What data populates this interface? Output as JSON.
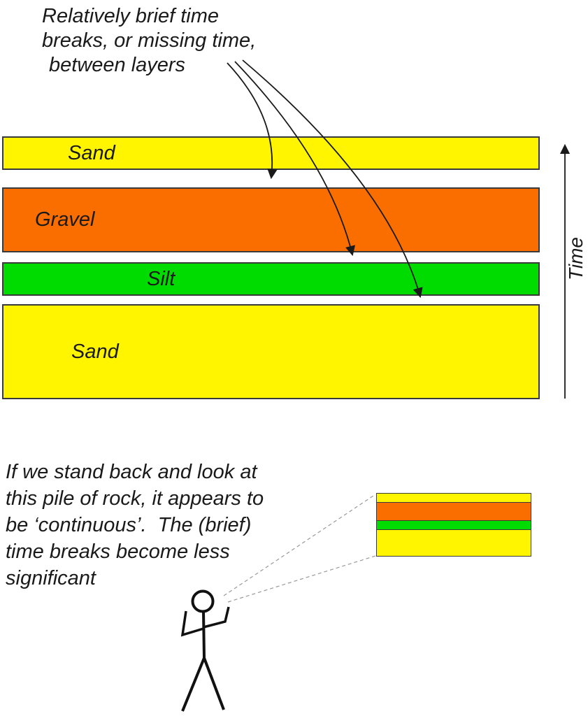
{
  "top_note": {
    "lines": [
      "Relatively brief time",
      "breaks, or missing time,",
      "between layers"
    ]
  },
  "strata": {
    "layers": [
      {
        "name": "Sand",
        "color": "#fff500"
      },
      {
        "name": "Gravel",
        "color": "#fa6e00"
      },
      {
        "name": "Silt",
        "color": "#00dc00"
      },
      {
        "name": "Sand",
        "color": "#fff500"
      }
    ]
  },
  "time_axis": {
    "label": "Time"
  },
  "bottom_note": {
    "lines": [
      "If we stand back and look at",
      "this pile of rock, it appears to",
      "be ‘continuous’.  The (brief)",
      "time breaks become less",
      "significant"
    ]
  },
  "mini_stack": {
    "colors": [
      "#fff500",
      "#fa6e00",
      "#00dc00",
      "#fff500"
    ]
  },
  "diagram_colors": {
    "outline": "#3a3a3a",
    "arrow": "#1a1a1a",
    "sight_line": "#999999"
  }
}
